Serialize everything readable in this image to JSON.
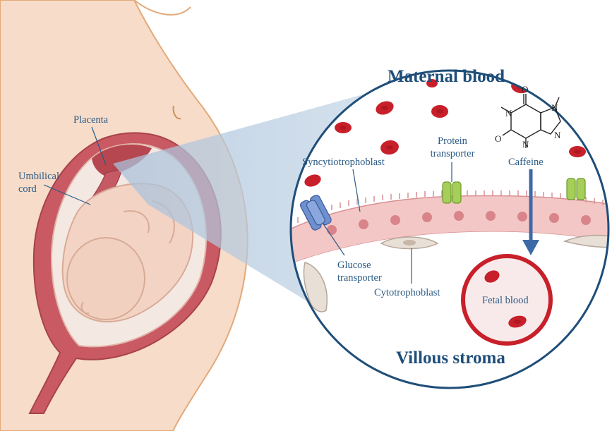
{
  "labels": {
    "placenta": "Placenta",
    "umbilical_cord": [
      "Umbilical",
      "cord"
    ],
    "maternal_blood": "Maternal blood",
    "syncytiotrophoblast": "Syncytiotrophoblast",
    "protein_transporter": [
      "Protein",
      "transporter"
    ],
    "caffeine": "Caffeine",
    "glucose_transporter": [
      "Glucose",
      "transporter"
    ],
    "cytotrophoblast": "Cytotrophoblast",
    "fetal_blood": "Fetal blood",
    "villous_stroma": "Villous stroma"
  },
  "molecule_atoms": {
    "nitrogen": "N",
    "oxygen": "O"
  },
  "colors": {
    "line": "#1f4e79",
    "red_cell": "#c8202a",
    "skin": "#f6dcc9",
    "uterus": "#c95a63",
    "glucose_transporter": "#6f90cf",
    "protein_transporter": "#a6cf5a",
    "cone": "#b8cde0"
  }
}
